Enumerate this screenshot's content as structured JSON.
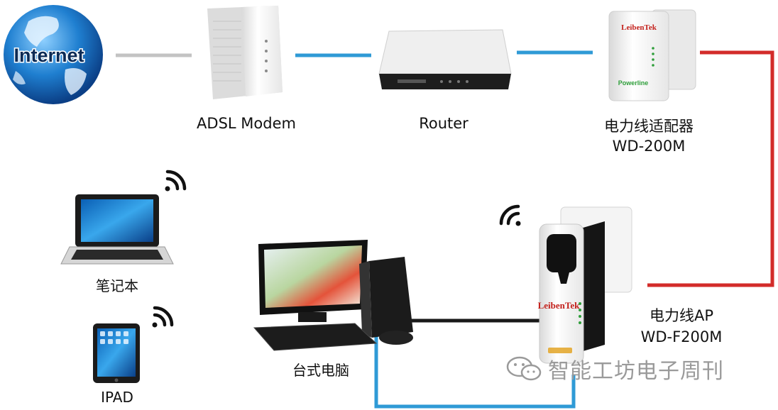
{
  "labels": {
    "internet": "Internet",
    "modem": "ADSL Modem",
    "router": "Router",
    "adapter_name": "电力线适配器",
    "adapter_model": "WD-200M",
    "laptop": "笔记本",
    "ipad": "IPAD",
    "desktop": "台式电脑",
    "ap_name": "电力线AP",
    "ap_model": "WD-F200M",
    "brand": "LeibenTek",
    "powerline": "Powerline",
    "watermark": "智能工坊电子周刊"
  },
  "colors": {
    "cable_gray": "#c3c3c3",
    "cable_blue": "#2f9ad6",
    "cable_red": "#d32c2a",
    "cable_black": "#1a1a1a",
    "globe_blue": "#1f7fd0",
    "brand_red": "#c3201b"
  },
  "icons": [
    "globe-icon",
    "modem-icon",
    "router-icon",
    "adapter-icon",
    "laptop-icon",
    "tablet-icon",
    "desktop-icon",
    "powerline-ap-icon",
    "wifi-icon",
    "wechat-icon"
  ]
}
